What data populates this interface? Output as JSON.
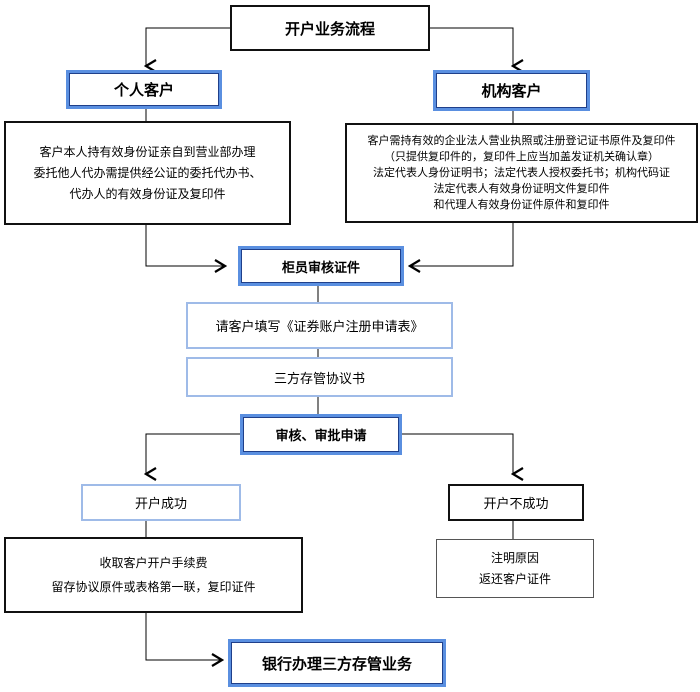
{
  "nodes": {
    "title": "开户业务流程",
    "individual": "个人客户",
    "institution": "机构客户",
    "individual_desc": [
      "客户本人持有效身份证亲自到营业部办理",
      "委托他人代办需提供经公证的委托代办书、",
      "代办人的有效身份证及复印件"
    ],
    "institution_desc": [
      "客户需持有效的企业法人营业执照或注册登记证书原件及复印件",
      "（只提供复印件的，复印件上应当加盖发证机关确认章）",
      "法定代表人身份证明书；法定代表人授权委托书；机构代码证",
      "法定代表人有效身份证明文件复印件",
      "和代理人有效身份证件原件和复印件"
    ],
    "counter_review": "柜员审核证件",
    "fill_form": "请客户填写《证券账户注册申请表》",
    "third_party": "三方存管协议书",
    "approve": "审核、审批申请",
    "success": "开户成功",
    "fail": "开户不成功",
    "success_desc": [
      "收取客户开户手续费",
      "留存协议原件或表格第一联，复印证件"
    ],
    "fail_desc": [
      "注明原因",
      "返还客户证件"
    ],
    "bank": "银行办理三方存管业务"
  }
}
